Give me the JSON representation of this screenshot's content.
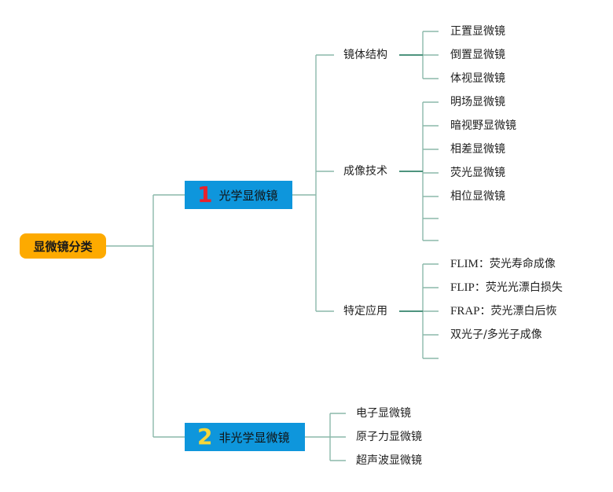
{
  "root": {
    "label": "显微镜分类"
  },
  "optical": {
    "number": "1",
    "label": "光学显微镜",
    "structure": {
      "label": "镜体结构",
      "items": [
        "正置显微镜",
        "倒置显微镜",
        "体视显微镜"
      ]
    },
    "imaging": {
      "label": "成像技术",
      "items": [
        "明场显微镜",
        "暗视野显微镜",
        "相差显微镜",
        "荧光显微镜",
        "相位显微镜"
      ]
    },
    "application": {
      "label": "特定应用",
      "items": [
        {
          "acronym": "FLIM",
          "desc": "：荧光寿命成像"
        },
        {
          "acronym": "FLIP",
          "desc": "：荧光光漂白损失"
        },
        {
          "acronym": "FRAP",
          "desc": "：荧光漂白后恢"
        },
        {
          "acronym": "",
          "desc": "双光子/多光子成像"
        }
      ]
    }
  },
  "non_optical": {
    "number": "2",
    "label": "非光学显微镜",
    "items": [
      "电子显微镜",
      "原子力显微镜",
      "超声波显微镜"
    ]
  },
  "colors": {
    "connector": "#8cb8aa",
    "root": "#FDAA00",
    "branch": "#0e96dc",
    "num1": "#e8222c",
    "num2": "#f5d63a"
  }
}
